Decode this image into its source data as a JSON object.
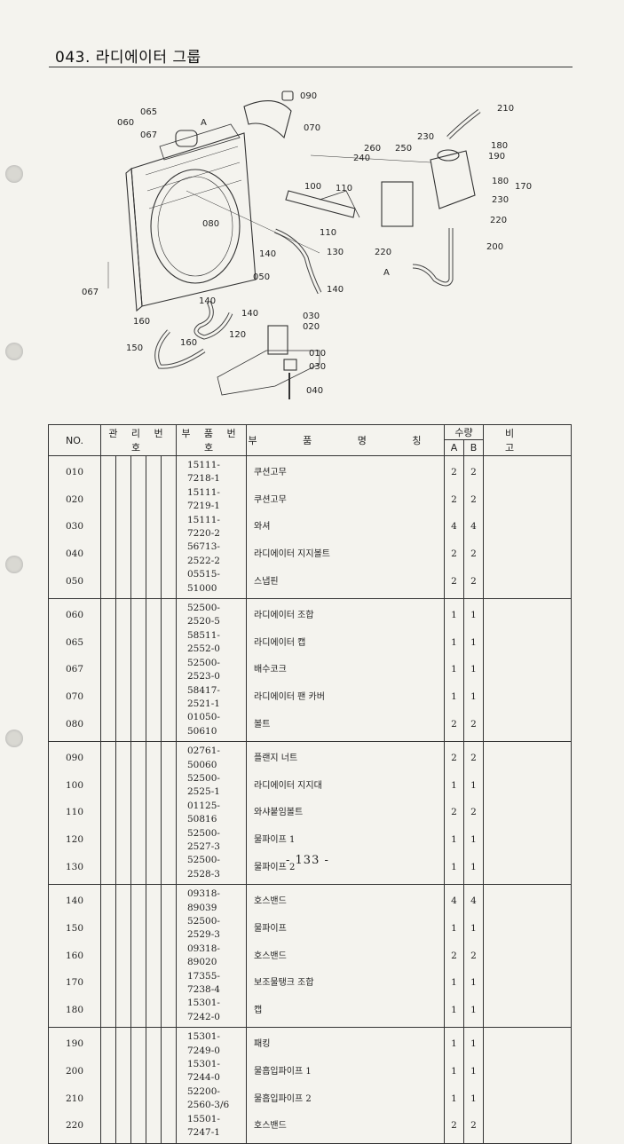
{
  "header": {
    "title": "043. 라디에이터 그룹"
  },
  "table": {
    "headers": {
      "no": "NO.",
      "mgmt": "관 리 번 호",
      "partno": "부 품 번 호",
      "name": "부 품 명 칭",
      "qty": "수량",
      "qtyA": "A",
      "qtyB": "B",
      "remark": "비 고"
    },
    "groups": [
      [
        {
          "no": "010",
          "partno": "15111-7218-1",
          "name": "쿠션고무",
          "a": "2",
          "b": "2"
        },
        {
          "no": "020",
          "partno": "15111-7219-1",
          "name": "쿠션고무",
          "a": "2",
          "b": "2"
        },
        {
          "no": "030",
          "partno": "15111-7220-2",
          "name": "와셔",
          "a": "4",
          "b": "4"
        },
        {
          "no": "040",
          "partno": "56713-2522-2",
          "name": "라디에이터 지지볼트",
          "a": "2",
          "b": "2"
        },
        {
          "no": "050",
          "partno": "05515-51000",
          "name": "스냅핀",
          "a": "2",
          "b": "2"
        }
      ],
      [
        {
          "no": "060",
          "partno": "52500-2520-5",
          "name": "라디에이터 조합",
          "a": "1",
          "b": "1"
        },
        {
          "no": "065",
          "partno": "58511-2552-0",
          "name": "라디에이터 캡",
          "a": "1",
          "b": "1"
        },
        {
          "no": "067",
          "partno": "52500-2523-0",
          "name": "배수코크",
          "a": "1",
          "b": "1"
        },
        {
          "no": "070",
          "partno": "58417-2521-1",
          "name": "라디에이터 팬 카버",
          "a": "1",
          "b": "1"
        },
        {
          "no": "080",
          "partno": "01050-50610",
          "name": "볼트",
          "a": "2",
          "b": "2"
        }
      ],
      [
        {
          "no": "090",
          "partno": "02761-50060",
          "name": "플랜지 너트",
          "a": "2",
          "b": "2"
        },
        {
          "no": "100",
          "partno": "52500-2525-1",
          "name": "라디에이터 지지대",
          "a": "1",
          "b": "1"
        },
        {
          "no": "110",
          "partno": "01125-50816",
          "name": "와샤붙임볼트",
          "a": "2",
          "b": "2"
        },
        {
          "no": "120",
          "partno": "52500-2527-3",
          "name": "물파이프 1",
          "a": "1",
          "b": "1"
        },
        {
          "no": "130",
          "partno": "52500-2528-3",
          "name": "물파이프 2",
          "a": "1",
          "b": "1"
        }
      ],
      [
        {
          "no": "140",
          "partno": "09318-89039",
          "name": "호스밴드",
          "a": "4",
          "b": "4"
        },
        {
          "no": "150",
          "partno": "52500-2529-3",
          "name": "물파이프",
          "a": "1",
          "b": "1"
        },
        {
          "no": "160",
          "partno": "09318-89020",
          "name": "호스밴드",
          "a": "2",
          "b": "2"
        },
        {
          "no": "170",
          "partno": "17355-7238-4",
          "name": "보조물탱크 조합",
          "a": "1",
          "b": "1"
        },
        {
          "no": "180",
          "partno": "15301-7242-0",
          "name": "캡",
          "a": "1",
          "b": "1"
        }
      ],
      [
        {
          "no": "190",
          "partno": "15301-7249-0",
          "name": "패킹",
          "a": "1",
          "b": "1"
        },
        {
          "no": "200",
          "partno": "15301-7244-0",
          "name": "물흡입파이프 1",
          "a": "1",
          "b": "1"
        },
        {
          "no": "210",
          "partno": "52200-2560-3/6",
          "name": "물흡입파이프 2",
          "a": "1",
          "b": "1"
        },
        {
          "no": "220",
          "partno": "15501-7247-1",
          "name": "호스밴드",
          "a": "2",
          "b": "2"
        }
      ]
    ]
  },
  "diagram": {
    "labels": [
      "090",
      "070",
      "065",
      "060",
      "067",
      "A",
      "100",
      "110",
      "080",
      "110",
      "130",
      "140",
      "050",
      "140",
      "140",
      "160",
      "120",
      "030",
      "020",
      "160",
      "150",
      "010",
      "030",
      "040",
      "067",
      "210",
      "230",
      "180",
      "190",
      "260",
      "250",
      "240",
      "180",
      "170",
      "230",
      "220",
      "200",
      "220",
      "A"
    ]
  },
  "footer": {
    "page_number": "- 133 -"
  }
}
